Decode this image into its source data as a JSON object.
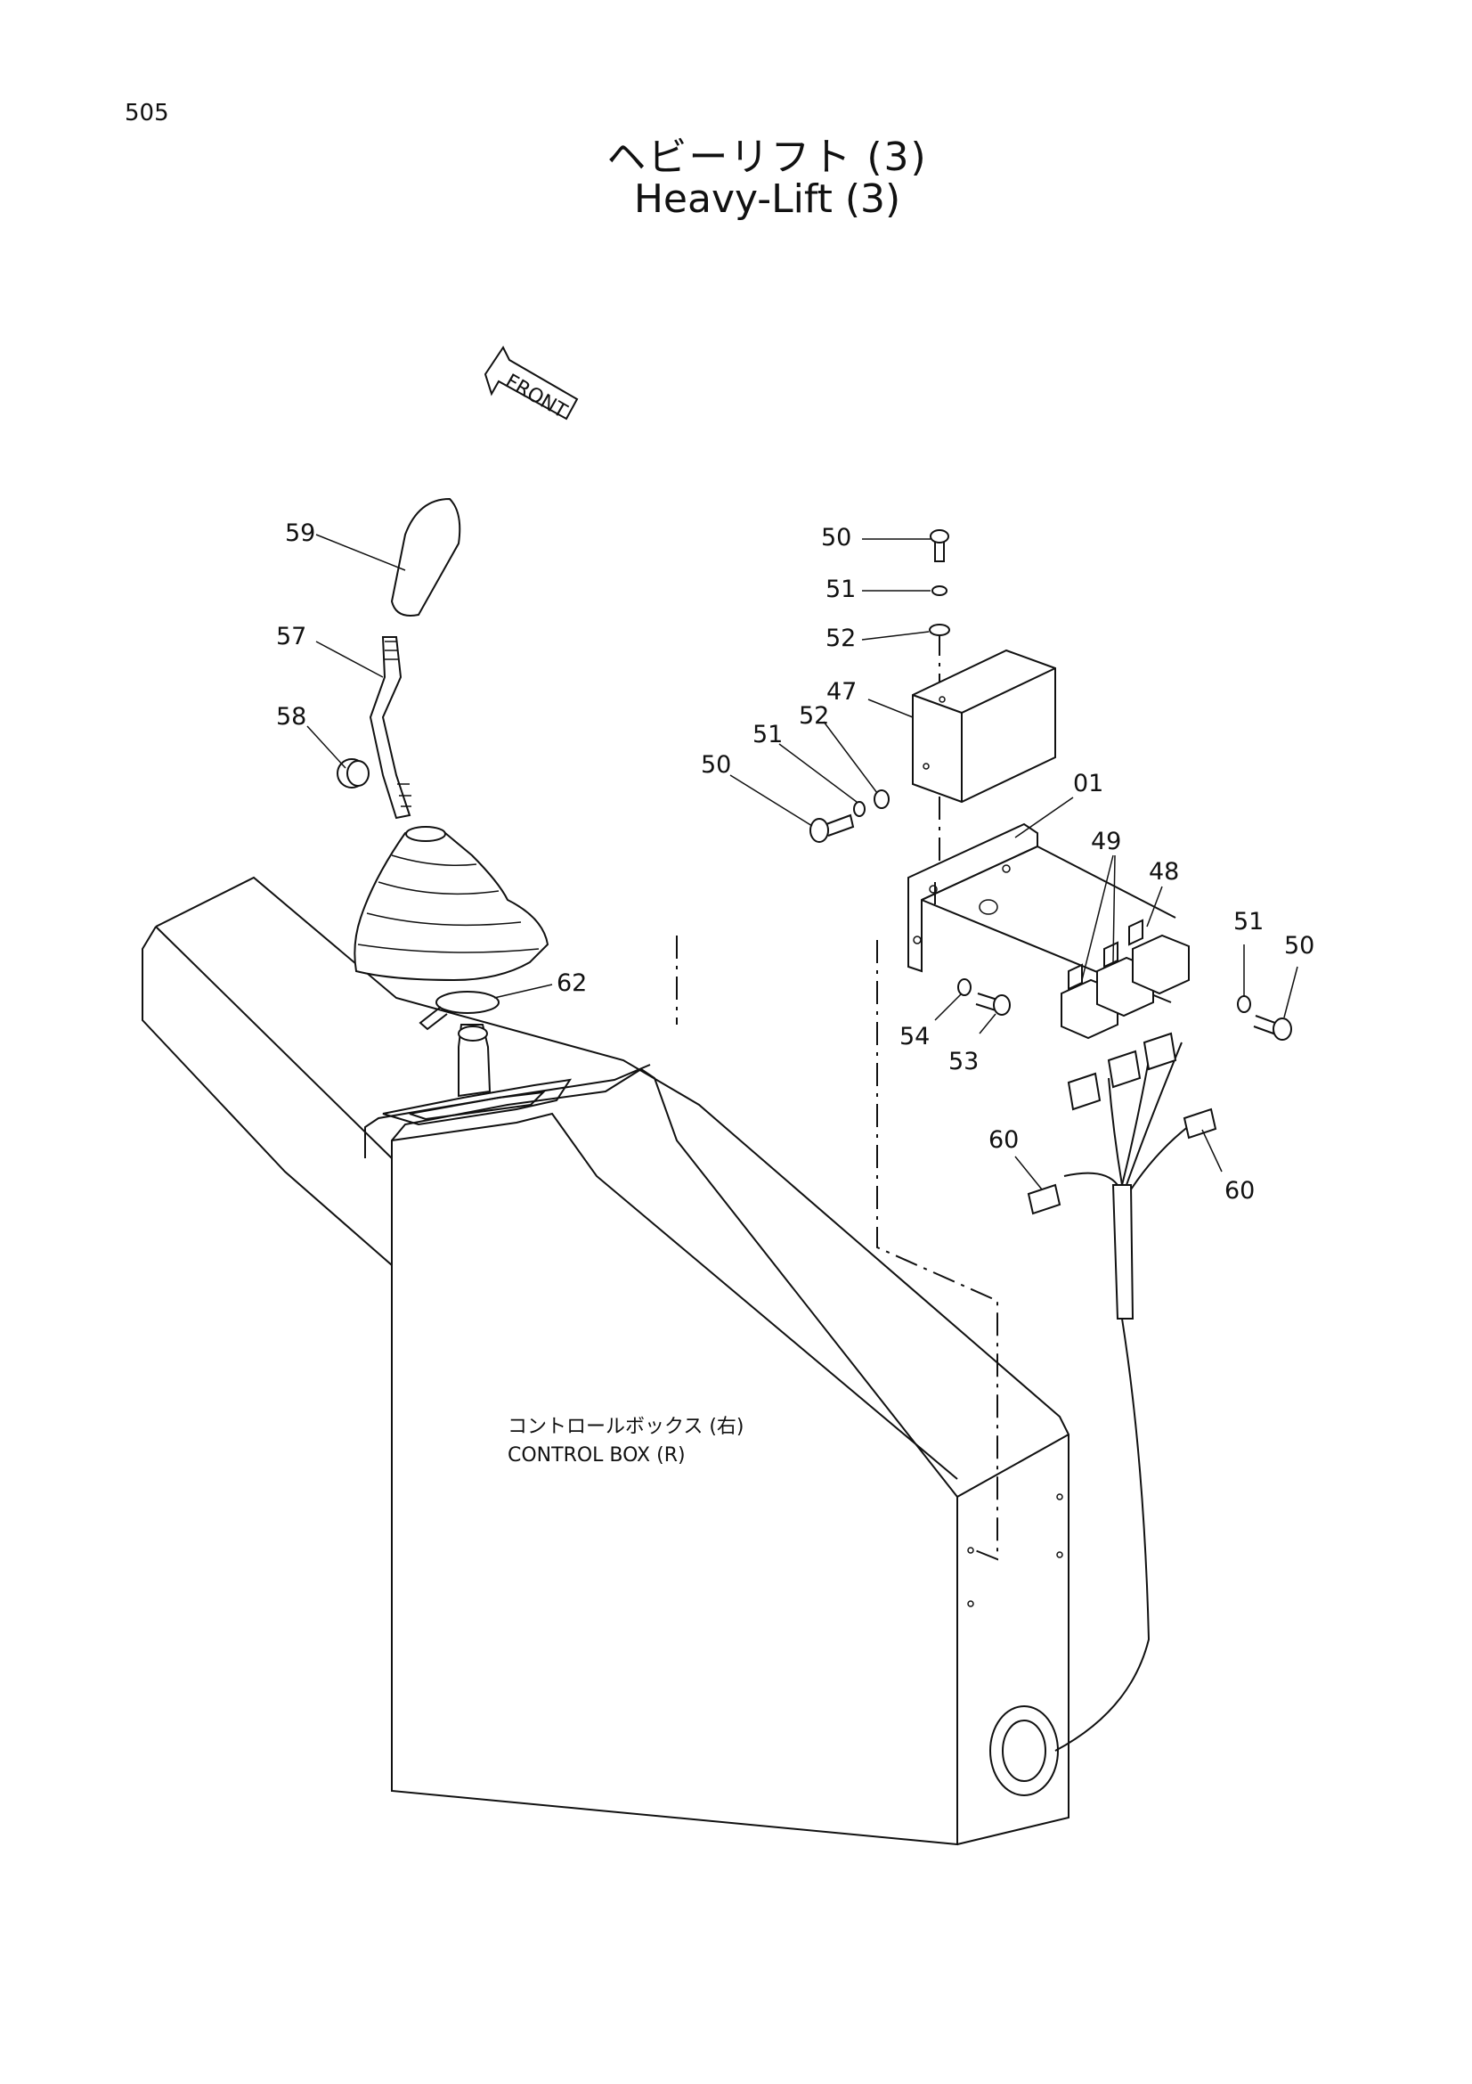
{
  "page_number": "505",
  "title_jp": "ヘビーリフト (3)",
  "title_en": "Heavy-Lift (3)",
  "front_label": "FRONT",
  "box_label_jp": "コントロールボックス (右)",
  "box_label_en": "CONTROL BOX (R)",
  "callouts": [
    "59",
    "57",
    "58",
    "62",
    "50",
    "51",
    "52",
    "47",
    "52",
    "51",
    "50",
    "01",
    "49",
    "48",
    "51",
    "50",
    "54",
    "53",
    "60",
    "60"
  ]
}
